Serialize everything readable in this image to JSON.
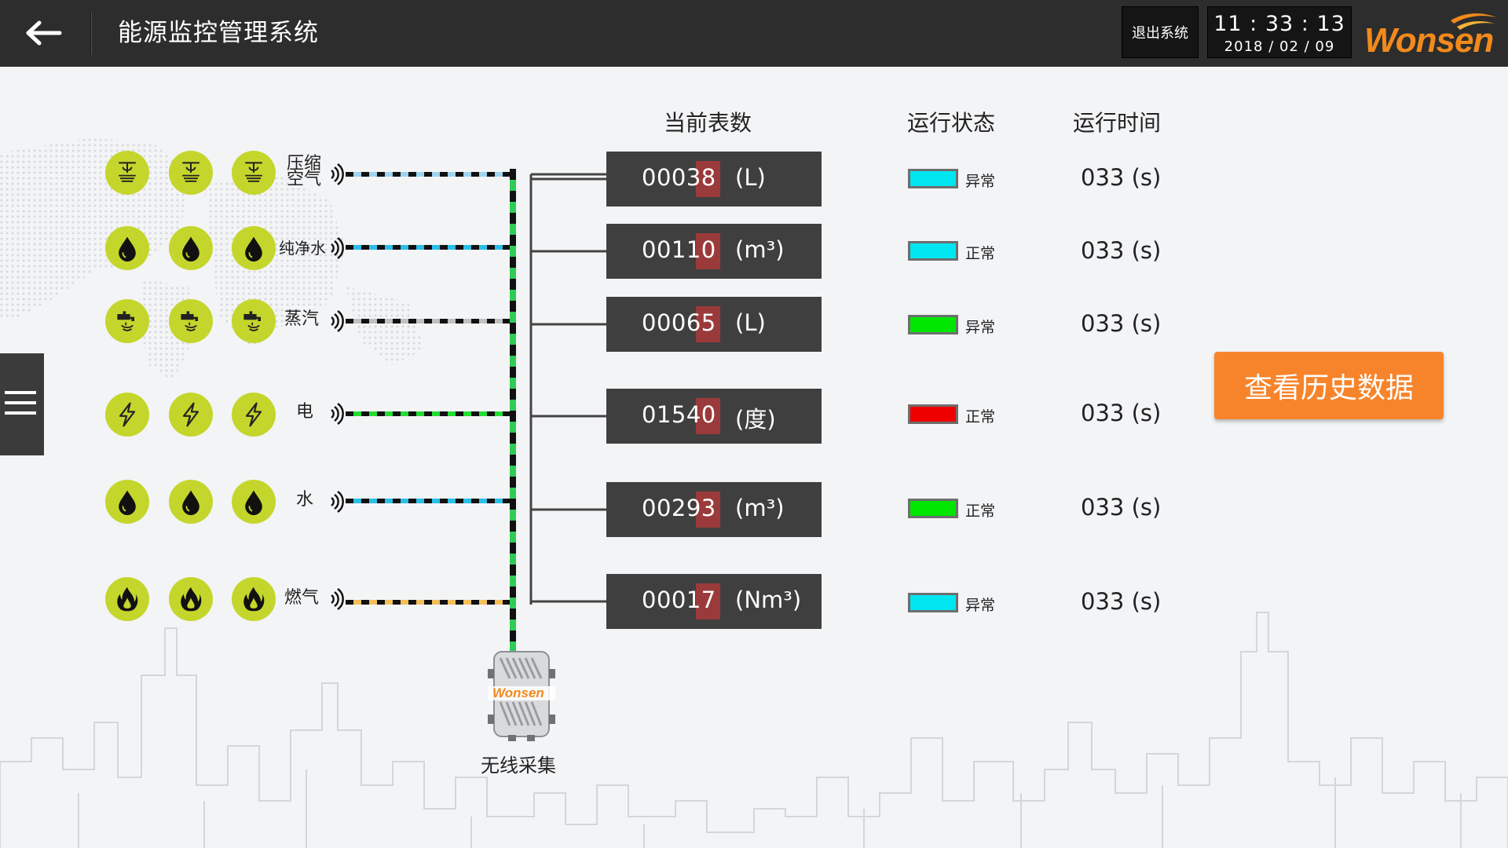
{
  "header": {
    "title": "能源监控管理系统",
    "exit_label": "退出系统",
    "time": "11 : 33 : 13",
    "date": "2018 / 02 / 09",
    "logo_text": "Wonsen",
    "back_icon": "arrow-left-icon"
  },
  "columns": {
    "reading": "当前表数",
    "status": "运行状态",
    "runtime": "运行时间"
  },
  "rows": [
    {
      "label_line1": "压缩",
      "label_line2": "空气",
      "icon": "compressed-air-icon",
      "reading": "00038",
      "unit": "(L)",
      "status_color": "#00e6f0",
      "status_text": "异常",
      "runtime": "033  (s)",
      "line_color": "#9fd3f0"
    },
    {
      "label_line1": "纯净水",
      "label_line2": "",
      "icon": "water-drop-icon",
      "reading": "00110",
      "unit": "(m³)",
      "status_color": "#00e6f0",
      "status_text": "正常",
      "runtime": "033  (s)",
      "line_color": "#2bbfe8"
    },
    {
      "label_line1": "蒸汽",
      "label_line2": "",
      "icon": "steam-faucet-icon",
      "reading": "00065",
      "unit": "(L)",
      "status_color": "#00e600",
      "status_text": "异常",
      "runtime": "033  (s)",
      "line_color": "#c0c0c0"
    },
    {
      "label_line1": "电",
      "label_line2": "",
      "icon": "lightning-icon",
      "reading": "01540",
      "unit": "(度)",
      "status_color": "#ee0000",
      "status_text": "正常",
      "runtime": "033  (s)",
      "line_color": "#22dd33"
    },
    {
      "label_line1": "水",
      "label_line2": "",
      "icon": "water-drop-icon",
      "reading": "00293",
      "unit": "(m³)",
      "status_color": "#00e600",
      "status_text": "正常",
      "runtime": "033  (s)",
      "line_color": "#2bbfe8"
    },
    {
      "label_line1": "燃气",
      "label_line2": "",
      "icon": "flame-icon",
      "reading": "00017",
      "unit": "(Nm³)",
      "status_color": "#00e6f0",
      "status_text": "异常",
      "runtime": "033  (s)",
      "line_color": "#f3bf5a"
    }
  ],
  "history_button": "查看历史数据",
  "collector_label": "无线采集",
  "collector_logo": "Wonsen",
  "menu_icon": "hamburger-menu-icon"
}
